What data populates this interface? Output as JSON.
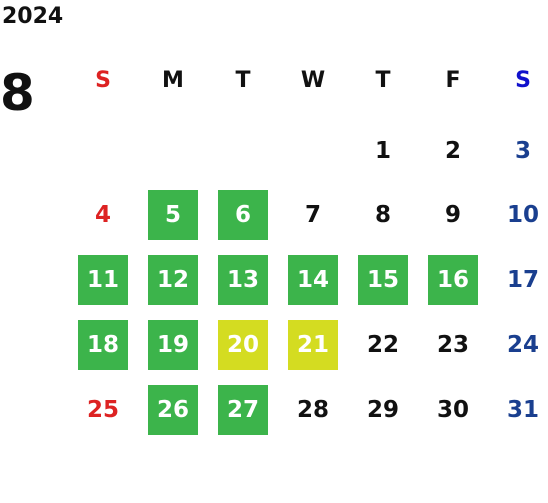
{
  "calendar": {
    "year": "2024",
    "month": "8",
    "weekdays": [
      "S",
      "M",
      "T",
      "W",
      "T",
      "F",
      "S"
    ],
    "first_weekday_index": 4,
    "days_in_month": 31,
    "highlights": {
      "5": "green",
      "6": "green",
      "11": "green",
      "12": "green",
      "13": "green",
      "14": "green",
      "15": "green",
      "16": "green",
      "18": "green",
      "19": "green",
      "20": "yellow",
      "21": "yellow",
      "26": "green",
      "27": "green"
    }
  },
  "colors": {
    "text": "#111111",
    "sunday": "#dd2222",
    "saturday_header": "#1111cc",
    "saturday": "#1a3f8f",
    "green": "#3cb44b",
    "yellow": "#d4dc21",
    "highlight_text": "#ffffff"
  }
}
